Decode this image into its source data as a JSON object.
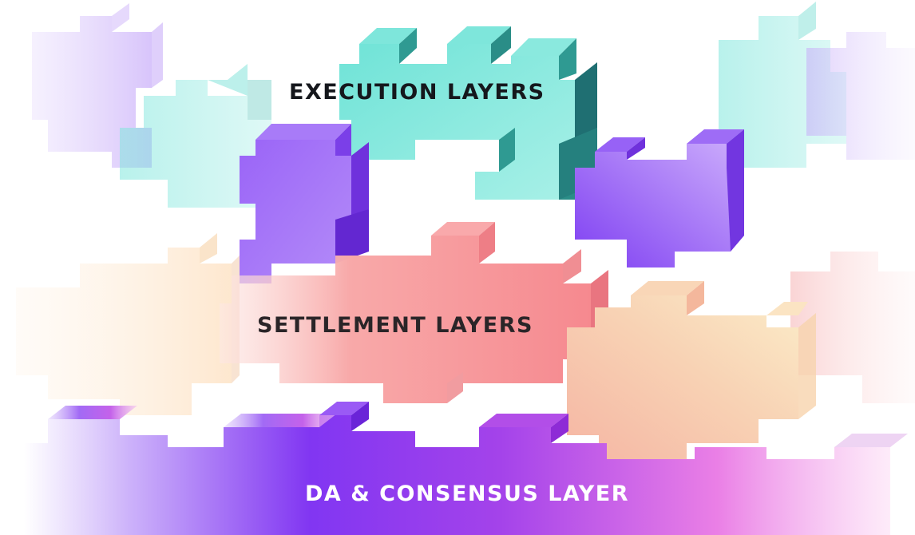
{
  "labels": {
    "execution": "EXECUTION LAYERS",
    "settlement": "SETTLEMENT LAYERS",
    "da_consensus": "DA & CONSENSUS LAYER"
  },
  "colors": {
    "execution_teal": "#6ee6da",
    "execution_purple": "#9057f5",
    "settlement_pink": "#f6979a",
    "settlement_peach": "#f7c1a0",
    "settlement_cream": "#fbe4c3",
    "da_violet": "#8a3df3",
    "da_magenta": "#e06be0",
    "background": "#ffffff"
  }
}
